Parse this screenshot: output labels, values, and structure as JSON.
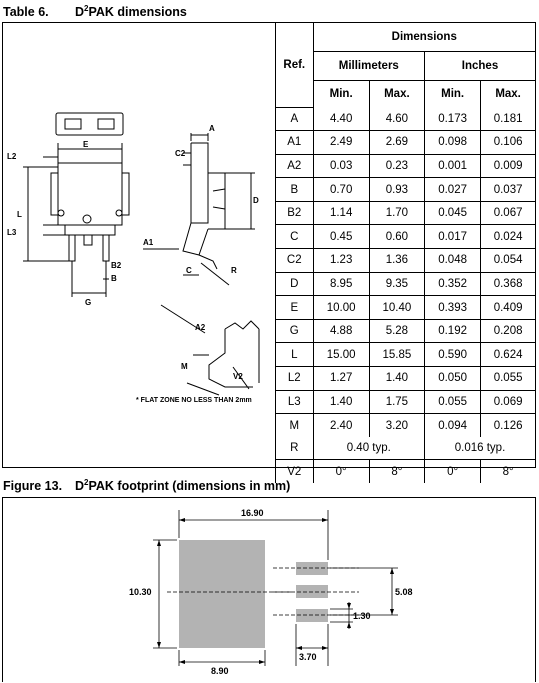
{
  "table_caption": {
    "number": "Table 6.",
    "title_pre": "D",
    "title_sup": "2",
    "title_post": "PAK dimensions"
  },
  "figure_caption": {
    "number": "Figure 13.",
    "title_pre": "D",
    "title_sup": "2",
    "title_post": "PAK footprint (dimensions in mm)"
  },
  "drawing": {
    "labels": {
      "E": "E",
      "L2": "L2",
      "L": "L",
      "L3": "L3",
      "B2": "B2",
      "B": "B",
      "G": "G",
      "A": "A",
      "C2": "C2",
      "D": "D",
      "A1": "A1",
      "C": "C",
      "R": "R",
      "A2": "A2",
      "M": "M",
      "V2": "V2"
    },
    "note": "* FLAT ZONE NO LESS THAN 2mm"
  },
  "table": {
    "ref_header": "Ref.",
    "group_header": "Dimensions",
    "unit_headers": [
      "Millimeters",
      "Inches"
    ],
    "col_headers": [
      "Min.",
      "Max.",
      "Min.",
      "Max."
    ],
    "rows": [
      {
        "ref": "A",
        "mm_min": "4.40",
        "mm_max": "4.60",
        "in_min": "0.173",
        "in_max": "0.181"
      },
      {
        "ref": "A1",
        "mm_min": "2.49",
        "mm_max": "2.69",
        "in_min": "0.098",
        "in_max": "0.106"
      },
      {
        "ref": "A2",
        "mm_min": "0.03",
        "mm_max": "0.23",
        "in_min": "0.001",
        "in_max": "0.009"
      },
      {
        "ref": "B",
        "mm_min": "0.70",
        "mm_max": "0.93",
        "in_min": "0.027",
        "in_max": "0.037"
      },
      {
        "ref": "B2",
        "mm_min": "1.14",
        "mm_max": "1.70",
        "in_min": "0.045",
        "in_max": "0.067"
      },
      {
        "ref": "C",
        "mm_min": "0.45",
        "mm_max": "0.60",
        "in_min": "0.017",
        "in_max": "0.024"
      },
      {
        "ref": "C2",
        "mm_min": "1.23",
        "mm_max": "1.36",
        "in_min": "0.048",
        "in_max": "0.054"
      },
      {
        "ref": "D",
        "mm_min": "8.95",
        "mm_max": "9.35",
        "in_min": "0.352",
        "in_max": "0.368"
      },
      {
        "ref": "E",
        "mm_min": "10.00",
        "mm_max": "10.40",
        "in_min": "0.393",
        "in_max": "0.409"
      },
      {
        "ref": "G",
        "mm_min": "4.88",
        "mm_max": "5.28",
        "in_min": "0.192",
        "in_max": "0.208"
      },
      {
        "ref": "L",
        "mm_min": "15.00",
        "mm_max": "15.85",
        "in_min": "0.590",
        "in_max": "0.624"
      },
      {
        "ref": "L2",
        "mm_min": "1.27",
        "mm_max": "1.40",
        "in_min": "0.050",
        "in_max": "0.055"
      },
      {
        "ref": "L3",
        "mm_min": "1.40",
        "mm_max": "1.75",
        "in_min": "0.055",
        "in_max": "0.069"
      },
      {
        "ref": "M",
        "mm_min": "2.40",
        "mm_max": "3.20",
        "in_min": "0.094",
        "in_max": "0.126"
      }
    ],
    "typ_rows": [
      {
        "ref": "R",
        "mm": "0.40 typ.",
        "in": "0.016 typ."
      }
    ],
    "v2_row": {
      "ref": "V2",
      "mm_min": "0°",
      "mm_max": "8°",
      "in_min": "0°",
      "in_max": "8°"
    }
  },
  "footprint": {
    "dim_top": "16.90",
    "dim_left": "10.30",
    "dim_bottom_pad": "8.90",
    "dim_bottom_pin": "3.70",
    "dim_pitch": "5.08",
    "dim_pin_width": "1.30"
  }
}
